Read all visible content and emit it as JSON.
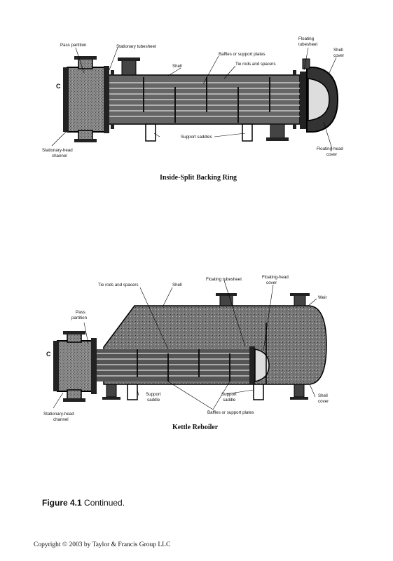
{
  "diagram1": {
    "caption": "Inside-Split Backing Ring",
    "labels": {
      "pass_partition": "Pass partition",
      "stationary_tubesheet": "Stationary tubesheet",
      "baffles": "Baffles or support plates",
      "shell": "Shell",
      "tie_rods": "Tie rods and spacers",
      "floating_tubesheet_1": "Floating",
      "floating_tubesheet_2": "tubesheet",
      "shell_cover_1": "Shell",
      "shell_cover_2": "cover",
      "support_saddles": "Support saddles",
      "channel_1": "Stationary-head",
      "channel_2": "channel",
      "fh_cover_1": "Floating-head",
      "fh_cover_2": "cover",
      "nozzle_c": "C"
    }
  },
  "diagram2": {
    "caption": "Kettle Reboiler",
    "labels": {
      "tie_rods": "Tie rods and spacers",
      "shell": "Shell",
      "floating_tubesheet": "Floating tubesheet",
      "fh_cover_1": "Floating-head",
      "fh_cover_2": "cover",
      "weir": "Weir",
      "pass_1": "Pass",
      "pass_2": "partition",
      "support_saddle_left_1": "Support",
      "support_saddle_left_2": "saddle",
      "support_saddle_right_1": "Support",
      "support_saddle_right_2": "saddle",
      "baffles": "Baffles or support plates",
      "shell_cover_1": "Shell",
      "shell_cover_2": "cover",
      "channel_1": "Stationary-head",
      "channel_2": "channel",
      "nozzle_c": "C"
    }
  },
  "figure_label": "Figure 4.1",
  "figure_suffix": " Continued.",
  "copyright": "Copyright © 2003 by Taylor & Francis Group LLC"
}
